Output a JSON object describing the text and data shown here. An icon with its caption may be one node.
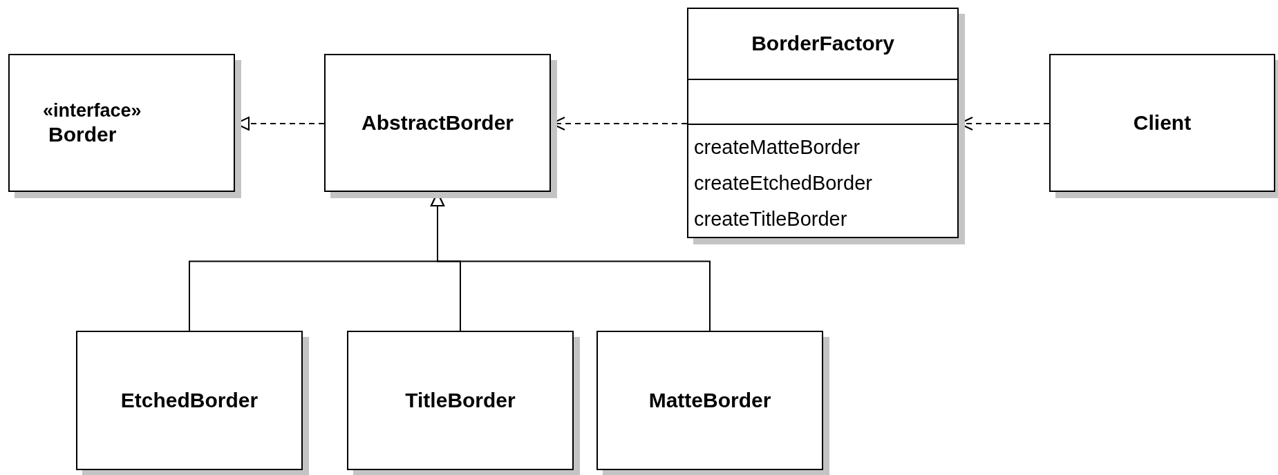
{
  "diagram": {
    "nodes": [
      {
        "text": [
          "«interface»",
          "Border"
        ]
      },
      {
        "text": [
          "AbstractBorder"
        ]
      },
      {
        "text": [
          "BorderFactory",
          "createMatteBorder",
          "createEtchedBorder",
          "createTitleBorder"
        ]
      },
      {
        "text": [
          "Client"
        ]
      },
      {
        "text": [
          "EtchedBorder"
        ]
      },
      {
        "text": [
          "TitleBorder"
        ]
      },
      {
        "text": [
          "MatteBorder"
        ]
      }
    ],
    "edges": [
      {
        "from": 1,
        "to": 0,
        "arrow": "to",
        "style": "dashed"
      },
      {
        "from": 2,
        "to": 1,
        "arrow": "to",
        "style": "dashed"
      },
      {
        "from": 3,
        "to": 2,
        "arrow": "to",
        "style": "dashed"
      },
      {
        "from": 4,
        "to": 1,
        "arrow": "to"
      },
      {
        "from": 5,
        "to": 1,
        "arrow": "to"
      },
      {
        "from": 6,
        "to": 1,
        "arrow": "to"
      }
    ]
  }
}
